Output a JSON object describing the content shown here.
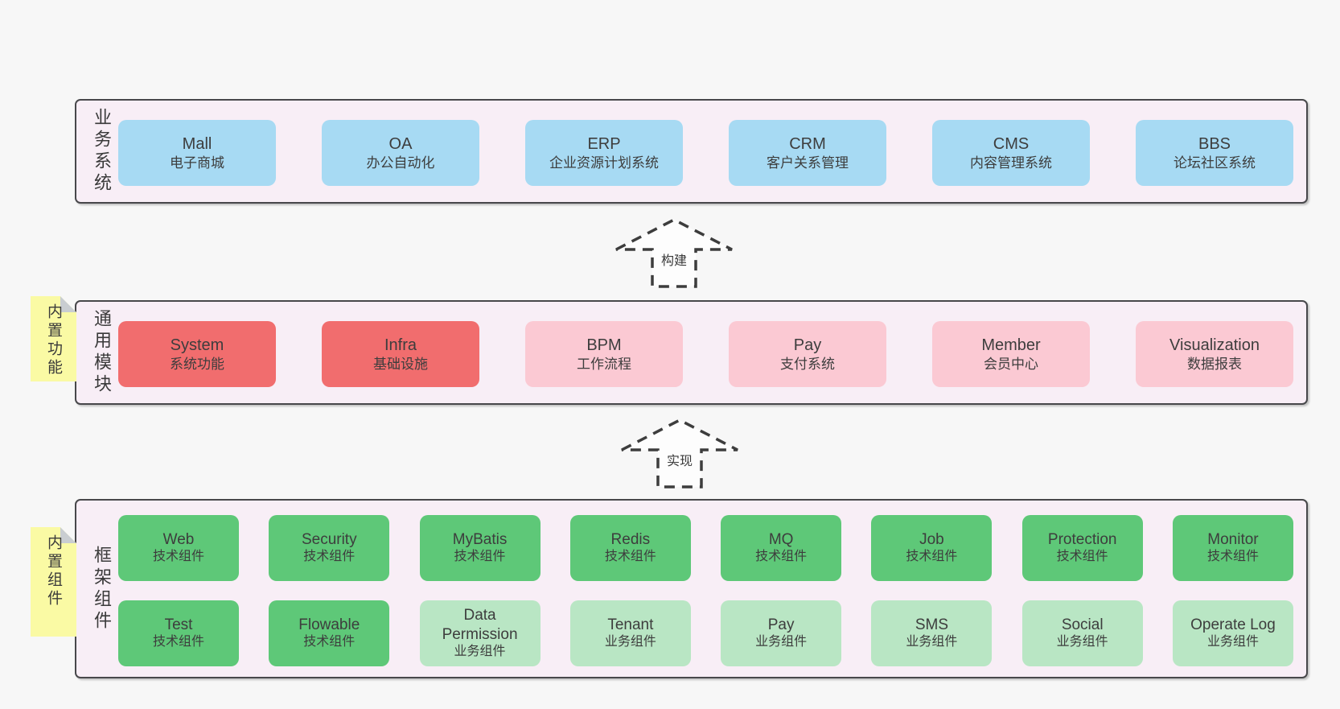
{
  "colors": {
    "page_bg": "#f7f7f7",
    "band_bg": "#f8eef6",
    "band_border": "#48484b",
    "blue_box": "#a7daf3",
    "red_box": "#f16d6e",
    "pink_box": "#fbc9d3",
    "green_box": "#5ec878",
    "light_green_box": "#b9e6c4",
    "sticky_yellow": "#fafaa4",
    "fold_gray": "#c9cdd1",
    "text": "#3d3d3d"
  },
  "band_business": {
    "label": "业务系统",
    "boxes": [
      {
        "en": "Mall",
        "cn": "电子商城"
      },
      {
        "en": "OA",
        "cn": "办公自动化"
      },
      {
        "en": "ERP",
        "cn": "企业资源计划系统"
      },
      {
        "en": "CRM",
        "cn": "客户关系管理"
      },
      {
        "en": "CMS",
        "cn": "内容管理系统"
      },
      {
        "en": "BBS",
        "cn": "论坛社区系统"
      }
    ]
  },
  "arrow_build": {
    "label": "构建"
  },
  "band_modules": {
    "label": "通用模块",
    "sticky": "内置功能",
    "boxes": [
      {
        "en": "System",
        "cn": "系统功能"
      },
      {
        "en": "Infra",
        "cn": "基础设施"
      },
      {
        "en": "BPM",
        "cn": "工作流程"
      },
      {
        "en": "Pay",
        "cn": "支付系统"
      },
      {
        "en": "Member",
        "cn": "会员中心"
      },
      {
        "en": "Visualization",
        "cn": "数据报表"
      }
    ]
  },
  "arrow_implement": {
    "label": "实现"
  },
  "band_components": {
    "label": "框架组件",
    "sticky": "内置组件",
    "row1": [
      {
        "en": "Web",
        "cn": "技术组件"
      },
      {
        "en": "Security",
        "cn": "技术组件"
      },
      {
        "en": "MyBatis",
        "cn": "技术组件"
      },
      {
        "en": "Redis",
        "cn": "技术组件"
      },
      {
        "en": "MQ",
        "cn": "技术组件"
      },
      {
        "en": "Job",
        "cn": "技术组件"
      },
      {
        "en": "Protection",
        "cn": "技术组件"
      },
      {
        "en": "Monitor",
        "cn": "技术组件"
      }
    ],
    "row2": [
      {
        "en": "Test",
        "cn": "技术组件"
      },
      {
        "en": "Flowable",
        "cn": "技术组件"
      },
      {
        "en": "Data Permission",
        "cn": "业务组件"
      },
      {
        "en": "Tenant",
        "cn": "业务组件"
      },
      {
        "en": "Pay",
        "cn": "业务组件"
      },
      {
        "en": "SMS",
        "cn": "业务组件"
      },
      {
        "en": "Social",
        "cn": "业务组件"
      },
      {
        "en": "Operate Log",
        "cn": "业务组件"
      }
    ]
  }
}
